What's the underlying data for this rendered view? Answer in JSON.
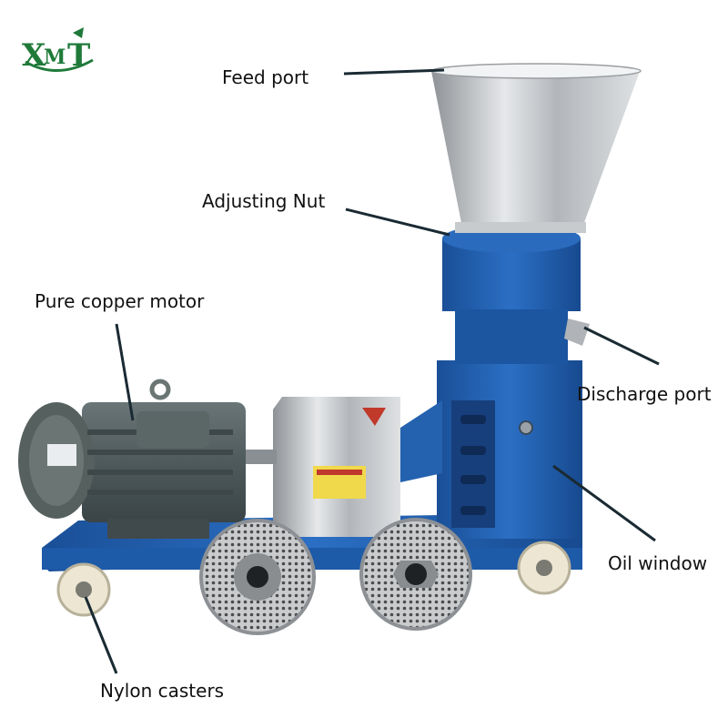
{
  "logo": {
    "text": "XMT",
    "color": "#1f7a3a"
  },
  "labels": {
    "feed_port": "Feed port",
    "adjusting_nut": "Adjusting Nut",
    "motor": "Pure copper motor",
    "discharge_port": "Discharge port",
    "oil_window": "Oil window",
    "casters": "Nylon casters"
  },
  "colors": {
    "machine_blue": "#1f5fb3",
    "motor_grey": "#4e5a5c",
    "steel": "#b9bcbf",
    "leader_line": "#1a2a33"
  }
}
